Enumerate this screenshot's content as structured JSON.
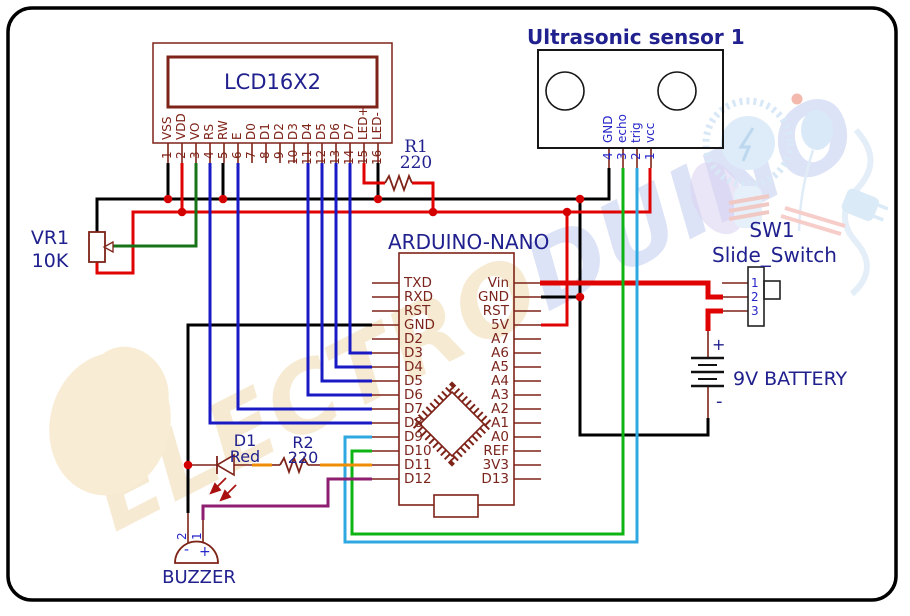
{
  "watermark": {
    "text_left": "ELECTRO",
    "text_right": "DUINO"
  },
  "colors": {
    "component_outline": "#7e2318",
    "label_text": "#20208e",
    "pin_text_maroon": "#7b241c",
    "pin_text_blue": "#2626c9",
    "wire_black": "#000000",
    "wire_red": "#e00303",
    "wire_blue": "#1a1ac4",
    "wire_green_dark": "#177317",
    "wire_green_bright": "#0cb514",
    "wire_cyan": "#2fa8e1",
    "wire_orange": "#ef8d05",
    "wire_purple": "#8d1e70",
    "junction_dot": "#d40000"
  },
  "lcd": {
    "title": "LCD16X2",
    "pins": [
      {
        "n": "1",
        "label": "VSS"
      },
      {
        "n": "2",
        "label": "VDD"
      },
      {
        "n": "3",
        "label": "VO"
      },
      {
        "n": "4",
        "label": "RS"
      },
      {
        "n": "5",
        "label": "RW"
      },
      {
        "n": "6",
        "label": "E"
      },
      {
        "n": "7",
        "label": "D0"
      },
      {
        "n": "8",
        "label": "D1"
      },
      {
        "n": "9",
        "label": "D2"
      },
      {
        "n": "10",
        "label": "D3"
      },
      {
        "n": "11",
        "label": "D4"
      },
      {
        "n": "12",
        "label": "D5"
      },
      {
        "n": "13",
        "label": "D6"
      },
      {
        "n": "14",
        "label": "D7"
      },
      {
        "n": "15",
        "label": "LED+"
      },
      {
        "n": "16",
        "label": "LED-"
      }
    ]
  },
  "ultrasonic": {
    "title": "Ultrasonic sensor 1",
    "pins": [
      {
        "n": "4",
        "label": "GND"
      },
      {
        "n": "3",
        "label": "echo"
      },
      {
        "n": "2",
        "label": "trig"
      },
      {
        "n": "1",
        "label": "vcc"
      }
    ]
  },
  "arduino": {
    "title": "ARDUINO-NANO",
    "left": [
      "TXD",
      "RXD",
      "RST",
      "GND",
      "D2",
      "D3",
      "D4",
      "D5",
      "D6",
      "D7",
      "D8",
      "D9",
      "D10",
      "D11",
      "D12"
    ],
    "right": [
      "Vin",
      "GND",
      "RST",
      "5V",
      "A7",
      "A6",
      "A5",
      "A4",
      "A3",
      "A2",
      "A1",
      "A0",
      "REF",
      "3V3",
      "D13"
    ]
  },
  "r1": {
    "ref": "R1",
    "value": "220"
  },
  "r2": {
    "ref": "R2",
    "value": "220"
  },
  "vr1": {
    "ref": "VR1",
    "value": "10K"
  },
  "d1": {
    "ref": "D1",
    "value": "Red"
  },
  "buzzer": {
    "label": "BUZZER",
    "pin2": "2",
    "pin1": "1",
    "minus": "-",
    "plus": "+"
  },
  "sw1": {
    "ref": "SW1",
    "type": "Slide_Switch",
    "pins": [
      "1",
      "2",
      "3"
    ]
  },
  "battery": {
    "label": "9V BATTERY",
    "plus": "+",
    "minus": "-"
  }
}
